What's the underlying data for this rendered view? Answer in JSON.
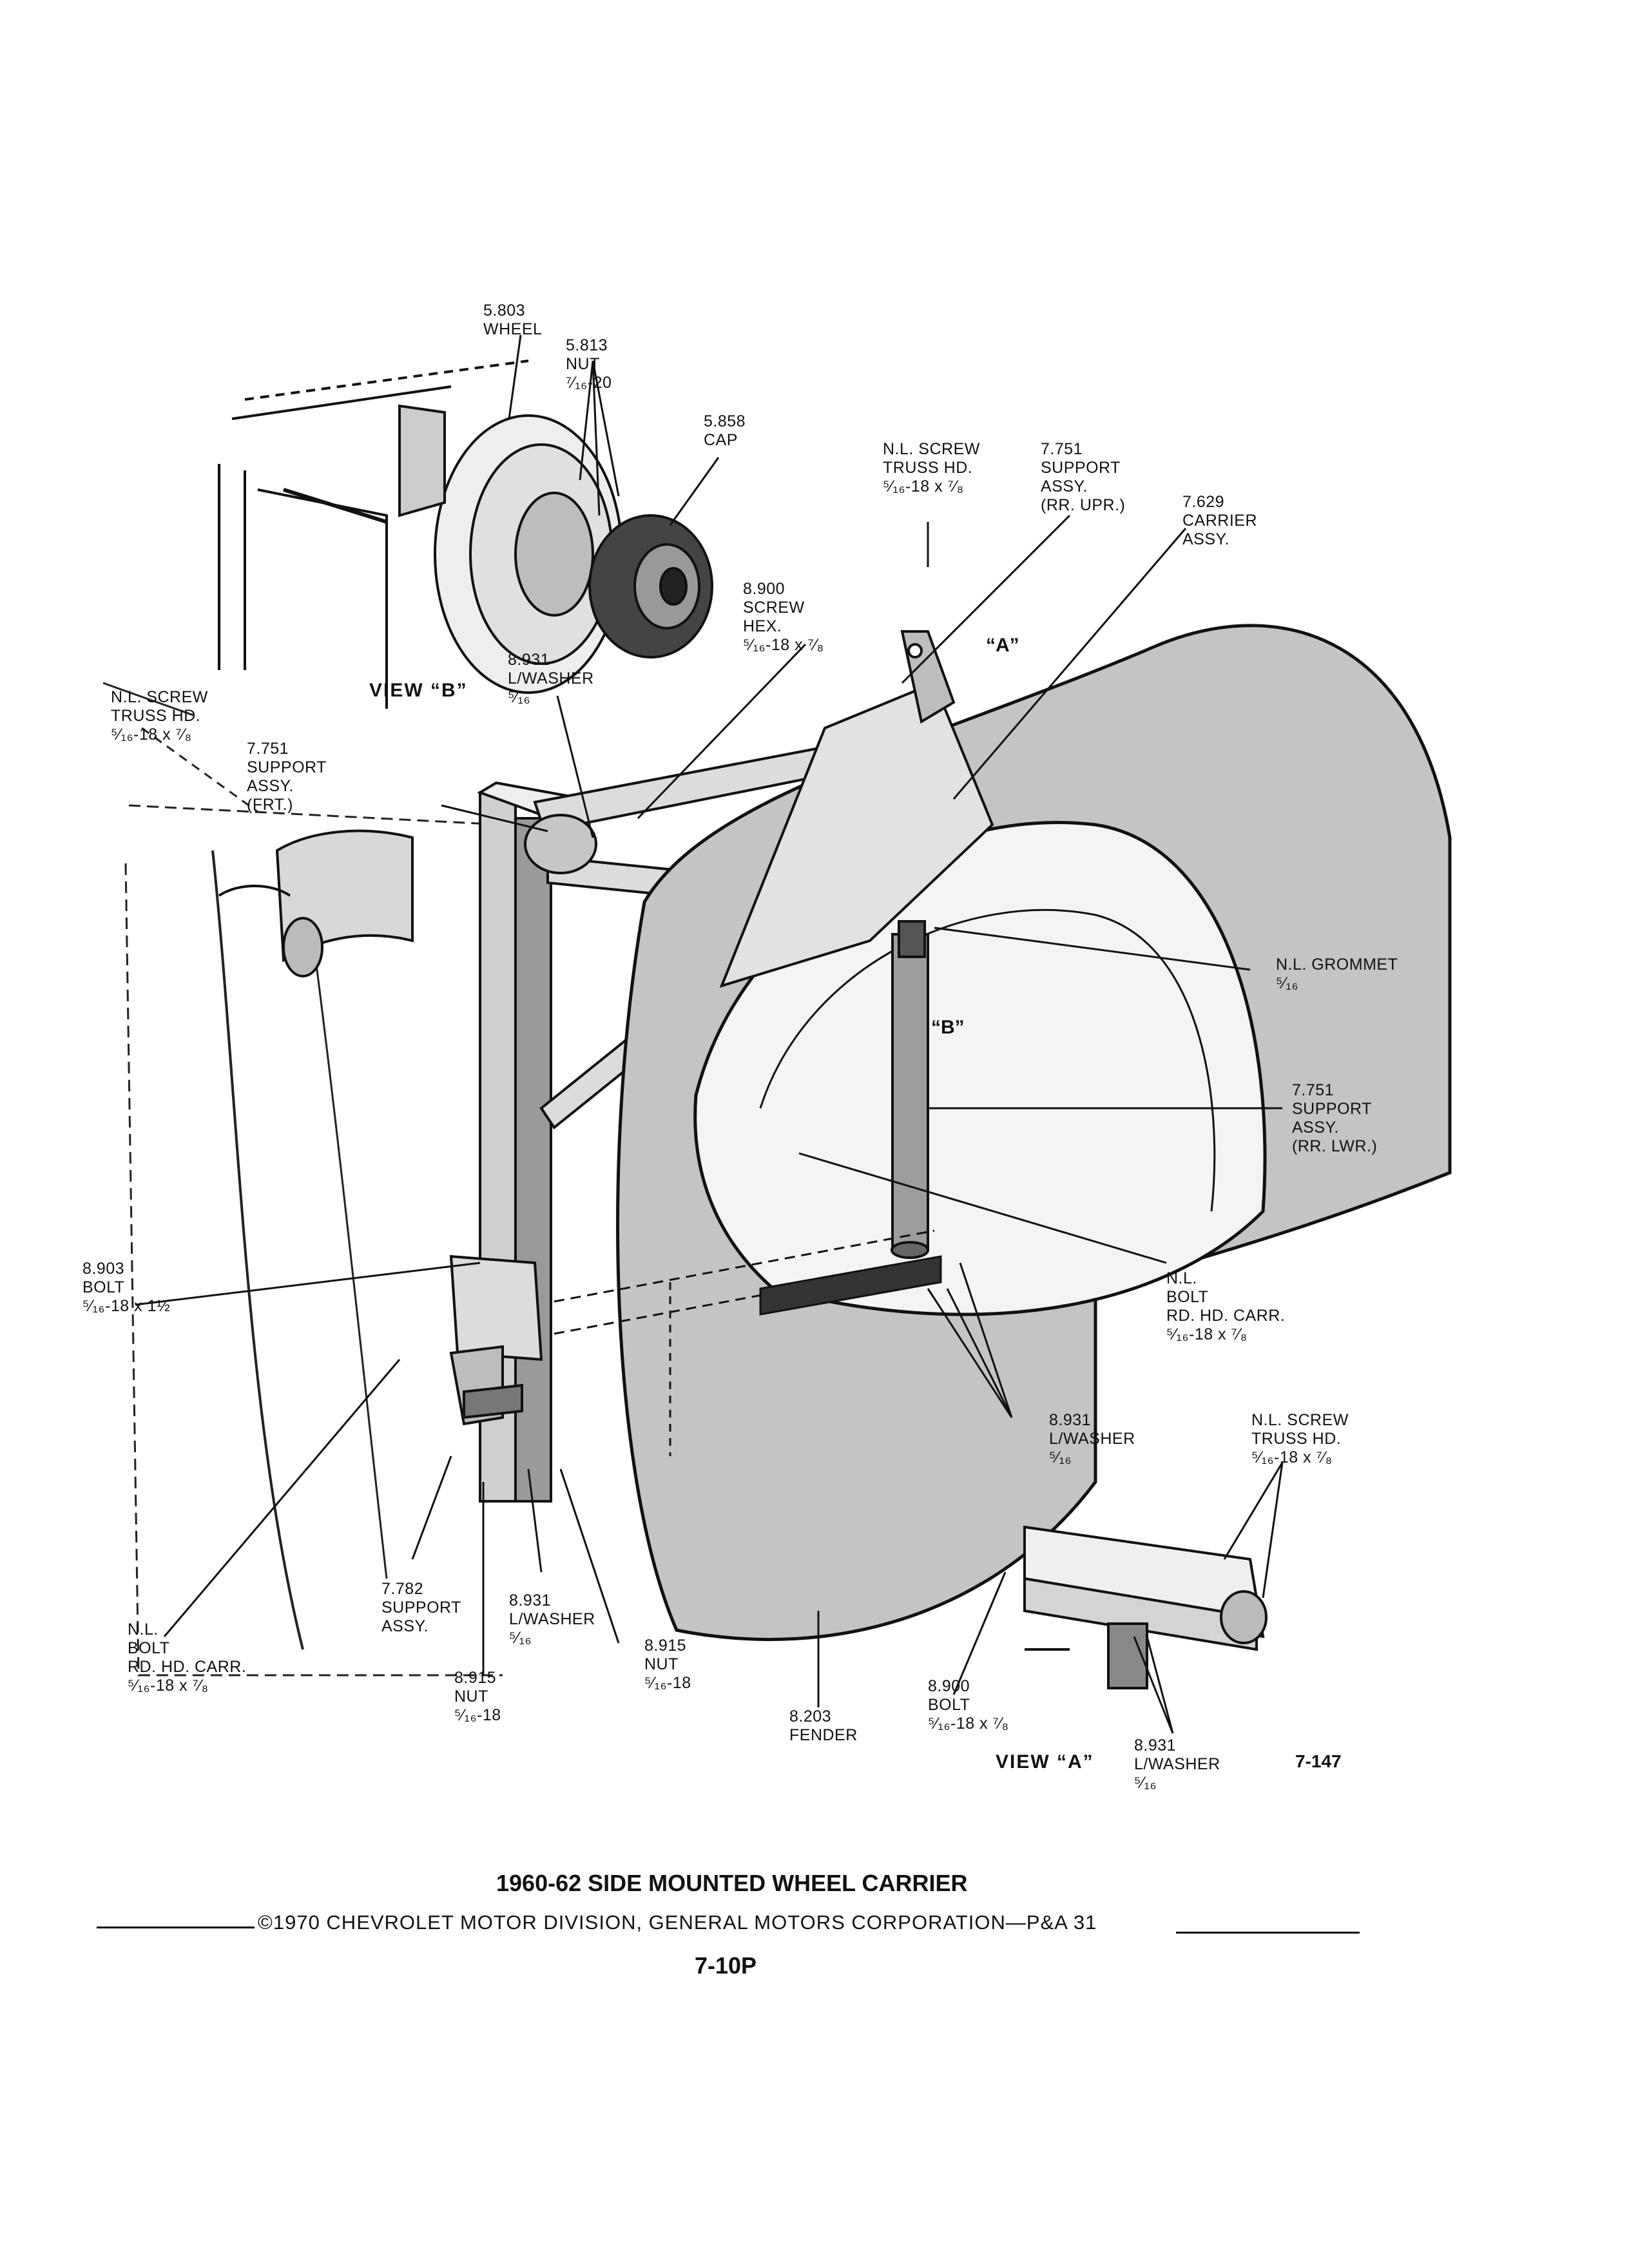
{
  "title": "1960-62 SIDE MOUNTED WHEEL CARRIER",
  "copyright": "©1970 CHEVROLET MOTOR DIVISION, GENERAL MOTORS CORPORATION—P&A 31",
  "page_number": "7-10P",
  "figure_number": "7-147",
  "views": {
    "view_b_label": "VIEW “B”",
    "view_a_label": "VIEW “A”",
    "marker_a": "“A”",
    "marker_b": "“B”"
  },
  "callouts": {
    "wheel": [
      "5.803",
      "WHEEL"
    ],
    "nut_wheel": [
      "5.813",
      "NUT",
      "⁷⁄₁₆-20"
    ],
    "cap": [
      "5.858",
      "CAP"
    ],
    "nl_screw_top": [
      "N.L. SCREW",
      "TRUSS HD.",
      "⁵⁄₁₆-18 x ⁷⁄₈"
    ],
    "support_rr_upr": [
      "7.751",
      "SUPPORT",
      "ASSY.",
      "(RR. UPR.)"
    ],
    "carrier_assy": [
      "7.629",
      "CARRIER",
      "ASSY."
    ],
    "screw_hex": [
      "8.900",
      "SCREW",
      "HEX.",
      "⁵⁄₁₆-18 x ⁷⁄₈"
    ],
    "lwasher_upper": [
      "8.931",
      "L/WASHER",
      "⁵⁄₁₆"
    ],
    "nl_screw_left": [
      "N.L. SCREW",
      "TRUSS HD.",
      "⁵⁄₁₆-18 x ⁷⁄₈"
    ],
    "support_frt": [
      "7.751",
      "SUPPORT",
      "ASSY.",
      "(FRT.)"
    ],
    "nl_grommet": [
      "N.L. GROMMET",
      "⁵⁄₁₆"
    ],
    "support_rr_lwr": [
      "7.751",
      "SUPPORT",
      "ASSY.",
      "(RR. LWR.)"
    ],
    "bolt_left": [
      "8.903",
      "BOLT",
      "⁵⁄₁₆-18 x 1½"
    ],
    "nl_bolt_right": [
      "N.L.",
      "BOLT",
      "RD. HD. CARR.",
      "⁵⁄₁₆-18 x ⁷⁄₈"
    ],
    "lwasher_right": [
      "8.931",
      "L/WASHER",
      "⁵⁄₁₆"
    ],
    "nl_screw_view_a": [
      "N.L. SCREW",
      "TRUSS HD.",
      "⁵⁄₁₆-18 x ⁷⁄₈"
    ],
    "nl_bolt_left": [
      "N.L.",
      "BOLT",
      "RD. HD. CARR.",
      "⁵⁄₁₆-18 x ⁷⁄₈"
    ],
    "support_7782": [
      "7.782",
      "SUPPORT",
      "ASSY."
    ],
    "lwasher_bottom": [
      "8.931",
      "L/WASHER",
      "⁵⁄₁₆"
    ],
    "nut_left": [
      "8.915",
      "NUT",
      "⁵⁄₁₆-18"
    ],
    "nut_mid": [
      "8.915",
      "NUT",
      "⁵⁄₁₆-18"
    ],
    "fender": [
      "8.203",
      "FENDER"
    ],
    "bolt_view_a": [
      "8.900",
      "BOLT",
      "⁵⁄₁₆-18 x ⁷⁄₈"
    ],
    "lwasher_view_a": [
      "8.931",
      "L/WASHER",
      "⁵⁄₁₆"
    ]
  }
}
